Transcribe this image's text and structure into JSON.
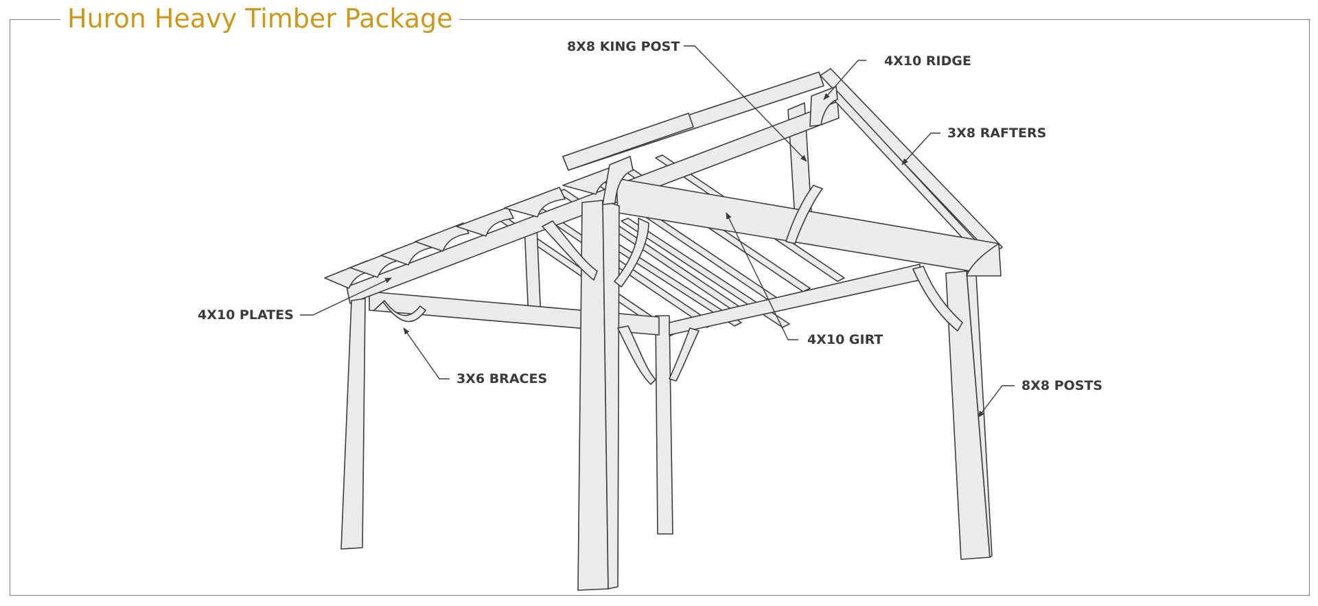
{
  "title": "Huron Heavy Timber Package",
  "colors": {
    "title": "#c9981c",
    "frame": "#8a7a72",
    "label": "#3a3a3a",
    "timber_fill": "#ebebeb",
    "timber_outline": "#3c3c3c"
  },
  "labels": {
    "king_post": "8X8 KING POST",
    "ridge": "4X10 RIDGE",
    "rafters": "3X8 RAFTERS",
    "plates": "4X10 PLATES",
    "girt": "4X10 GIRT",
    "braces": "3X6 BRACES",
    "posts": "8X8 POSTS"
  }
}
